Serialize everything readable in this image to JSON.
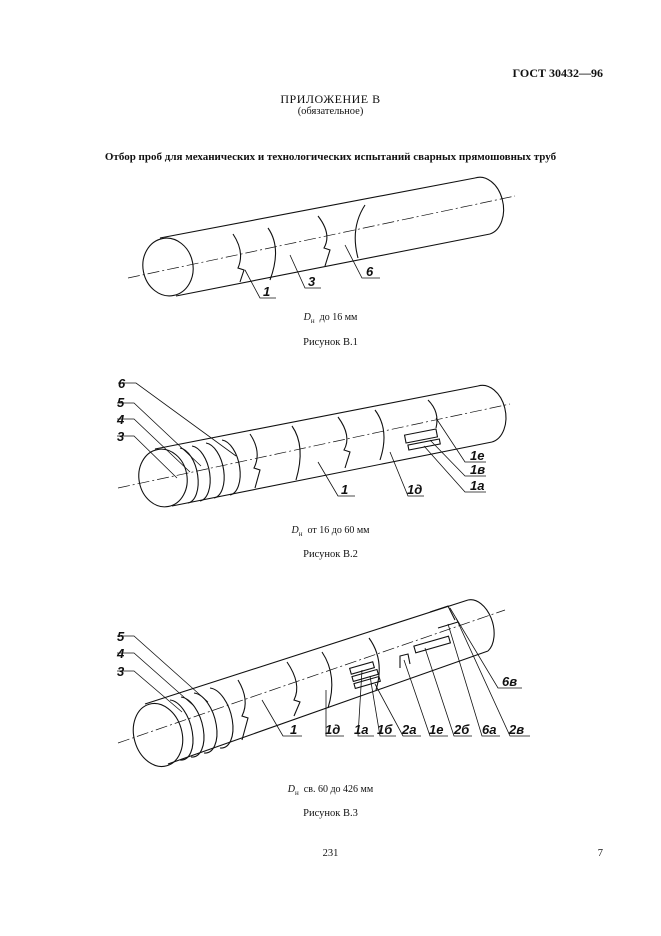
{
  "header": {
    "standard": "ГОСТ 30432—96",
    "appendix": "ПРИЛОЖЕНИЕ В",
    "appendix_note": "(обязательное)",
    "title": "Отбор проб для механических и технологических испытаний сварных прямошовных труб"
  },
  "figures": [
    {
      "symbol": "D",
      "subscript": "н",
      "range": "до 16 мм",
      "caption": "Рисунок В.1",
      "labels": {
        "l1": "1",
        "l2": "3",
        "l3": "6"
      }
    },
    {
      "symbol": "D",
      "subscript": "н",
      "range": "от 16 до 60 мм",
      "caption": "Рисунок В.2",
      "labels": {
        "l6": "6",
        "l5": "5",
        "l4": "4",
        "l3": "3",
        "l1": "1",
        "l1d": "1д",
        "l1e": "1е",
        "l1v": "1в",
        "l1a": "1а"
      }
    },
    {
      "symbol": "D",
      "subscript": "н",
      "range": "св. 60 до 426 мм",
      "caption": "Рисунок В.3",
      "labels": {
        "l5": "5",
        "l4": "4",
        "l3": "3",
        "l1": "1",
        "l1d": "1д",
        "l1a": "1а",
        "l1b": "1б",
        "l2a": "2а",
        "l1e": "1е",
        "l2b": "2б",
        "l6a": "6а",
        "l2v": "2в",
        "l6v": "6в"
      }
    }
  ],
  "footer": {
    "page_number": "231",
    "sheet_number": "7"
  }
}
